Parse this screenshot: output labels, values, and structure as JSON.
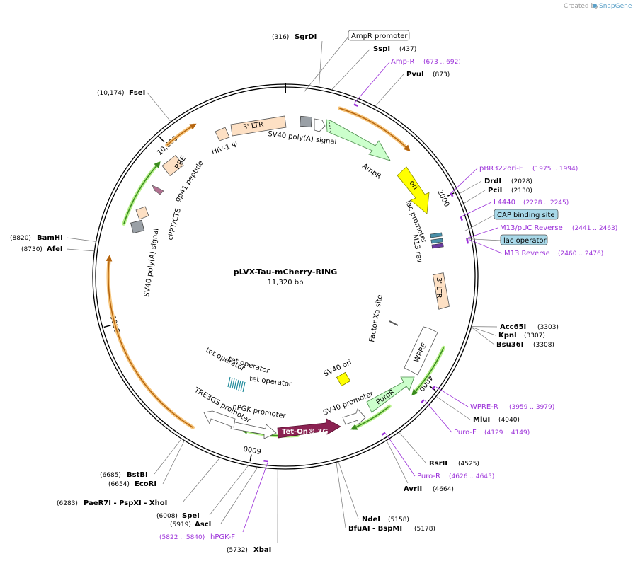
{
  "credit": {
    "prefix": "Created by",
    "brand": "SnapGene"
  },
  "plasmid": {
    "name": "pLVX-Tau-mCherry-RING",
    "size": "11,320 bp"
  },
  "ticks": [
    {
      "label": "2000",
      "pos": 2000
    },
    {
      "label": "4000",
      "pos": 4000
    },
    {
      "label": "6000",
      "pos": 6000
    },
    {
      "label": "8000",
      "pos": 8000
    },
    {
      "label": "10,000",
      "pos": 10000
    }
  ],
  "sites": [
    {
      "id": "sgrdi",
      "name": "SgrDI",
      "num": "(316)",
      "pos": 316
    },
    {
      "id": "sspi",
      "name": "SspI",
      "num": "(437)",
      "pos": 437
    },
    {
      "id": "pvui",
      "name": "PvuI",
      "num": "(873)",
      "pos": 873
    },
    {
      "id": "drdi",
      "name": "DrdI",
      "num": "(2028)",
      "pos": 2028
    },
    {
      "id": "pcii",
      "name": "PciI",
      "num": "(2130)",
      "pos": 2130
    },
    {
      "id": "acc65i",
      "name": "Acc65I",
      "num": "(3303)",
      "pos": 3303
    },
    {
      "id": "kpni",
      "name": "KpnI",
      "num": "(3307)",
      "pos": 3307
    },
    {
      "id": "bsu36i",
      "name": "Bsu36I",
      "num": "(3308)",
      "pos": 3308
    },
    {
      "id": "mlui",
      "name": "MluI",
      "num": "(4040)",
      "pos": 4040
    },
    {
      "id": "rsrii",
      "name": "RsrII",
      "num": "(4525)",
      "pos": 4525
    },
    {
      "id": "avrii",
      "name": "AvrII",
      "num": "(4664)",
      "pos": 4664
    },
    {
      "id": "ndei",
      "name": "NdeI",
      "num": "(5158)",
      "pos": 5158
    },
    {
      "id": "bfuai-bspmi",
      "name": "BfuAI - BspMI",
      "num": "(5178)",
      "pos": 5178
    },
    {
      "id": "xbai",
      "name": "XbaI",
      "num": "(5732)",
      "pos": 5732
    },
    {
      "id": "asci",
      "name": "AscI",
      "num": "(5919)",
      "pos": 5919
    },
    {
      "id": "spei",
      "name": "SpeI",
      "num": "(6008)",
      "pos": 6008
    },
    {
      "id": "paer7i-pspxi-xhoi",
      "name": "PaeR7I - PspXI - XhoI",
      "num": "(6283)",
      "pos": 6283
    },
    {
      "id": "ecori",
      "name": "EcoRI",
      "num": "(6654)",
      "pos": 6654
    },
    {
      "id": "bstbi",
      "name": "BstBI",
      "num": "(6685)",
      "pos": 6685
    },
    {
      "id": "afei",
      "name": "AfeI",
      "num": "(8730)",
      "pos": 8730
    },
    {
      "id": "bamhi",
      "name": "BamHI",
      "num": "(8820)",
      "pos": 8820
    },
    {
      "id": "fsei",
      "name": "FseI",
      "num": "(10,174)",
      "pos": 10174
    }
  ],
  "primers": [
    {
      "id": "amp-r",
      "name": "Amp-R",
      "range": "(673 .. 692)",
      "pos": 682
    },
    {
      "id": "pbr322ori-f",
      "name": "pBR322ori-F",
      "range": "(1975 .. 1994)",
      "pos": 1985
    },
    {
      "id": "l4440",
      "name": "L4440",
      "range": "(2228 .. 2245)",
      "pos": 2236
    },
    {
      "id": "m13-puc-reverse",
      "name": "M13/pUC Reverse",
      "range": "(2441 .. 2463)",
      "pos": 2452
    },
    {
      "id": "m13-reverse",
      "name": "M13 Reverse",
      "range": "(2460 .. 2476)",
      "pos": 2468
    },
    {
      "id": "wpre-r",
      "name": "WPRE-R",
      "range": "(3959 .. 3979)",
      "pos": 3969
    },
    {
      "id": "puro-f",
      "name": "Puro-F",
      "range": "(4129 .. 4149)",
      "pos": 4139
    },
    {
      "id": "puro-r",
      "name": "Puro-R",
      "range": "(4626 .. 4645)",
      "pos": 4635
    },
    {
      "id": "hpgk-f",
      "name": "hPGK-F",
      "range": "(5822 .. 5840)",
      "pos": 5831
    }
  ],
  "boxed": [
    {
      "id": "ampr-promoter",
      "name": "AmpR promoter",
      "pos": 180
    },
    {
      "id": "cap-binding-site",
      "name": "CAP binding site",
      "pos": 2380
    },
    {
      "id": "lac-operator",
      "name": "lac operator",
      "pos": 2460
    }
  ],
  "features": [
    {
      "id": "ltr3-top",
      "name": "3' LTR"
    },
    {
      "id": "hiv1-psi",
      "name": "HIV-1 Ψ"
    },
    {
      "id": "sv40-polya-top",
      "name": "SV40 poly(A) signal"
    },
    {
      "id": "ampr",
      "name": "AmpR"
    },
    {
      "id": "ori",
      "name": "ori"
    },
    {
      "id": "lac-promoter",
      "name": "lac promoter"
    },
    {
      "id": "m13-rev",
      "name": "M13 rev"
    },
    {
      "id": "ltr3-right",
      "name": "3' LTR"
    },
    {
      "id": "factor-xa",
      "name": "Factor Xa site"
    },
    {
      "id": "wpre",
      "name": "WPRE"
    },
    {
      "id": "sv40-ori",
      "name": "SV40 ori"
    },
    {
      "id": "puror",
      "name": "PuroR"
    },
    {
      "id": "sv40-promoter",
      "name": "SV40 promoter"
    },
    {
      "id": "tet-on",
      "name": "Tet-On® 3G"
    },
    {
      "id": "hpgk-promoter",
      "name": "hPGK promoter"
    },
    {
      "id": "tre3gs-promoter",
      "name": "TRE3GS promoter"
    },
    {
      "id": "tet-op-1",
      "name": "tet operator"
    },
    {
      "id": "tet-op-2",
      "name": "tet operator"
    },
    {
      "id": "tet-op-3",
      "name": "tet operator"
    },
    {
      "id": "rre",
      "name": "RRE"
    },
    {
      "id": "gp41",
      "name": "gp41 peptide"
    },
    {
      "id": "cppt",
      "name": "cPPT/CTS"
    },
    {
      "id": "sv40-polya-left",
      "name": "SV40 poly(A) signal"
    }
  ],
  "colors": {
    "ltr": "#fde0c4",
    "ampr": "#ccffcc",
    "ori": "#ffff00",
    "wpre": "#ffffff",
    "sv40ori": "#ffff00",
    "puror": "#ccffcc",
    "teton": "#8b2252",
    "primer": "#9b30d9",
    "orf_arrow": "#b5650f",
    "orf_halo": "#f6c47a",
    "green_arrow": "#3a8a1e",
    "green_halo": "#b6f08a",
    "polya": "#9aa0a6",
    "box_fill": "#a8d8e8"
  }
}
